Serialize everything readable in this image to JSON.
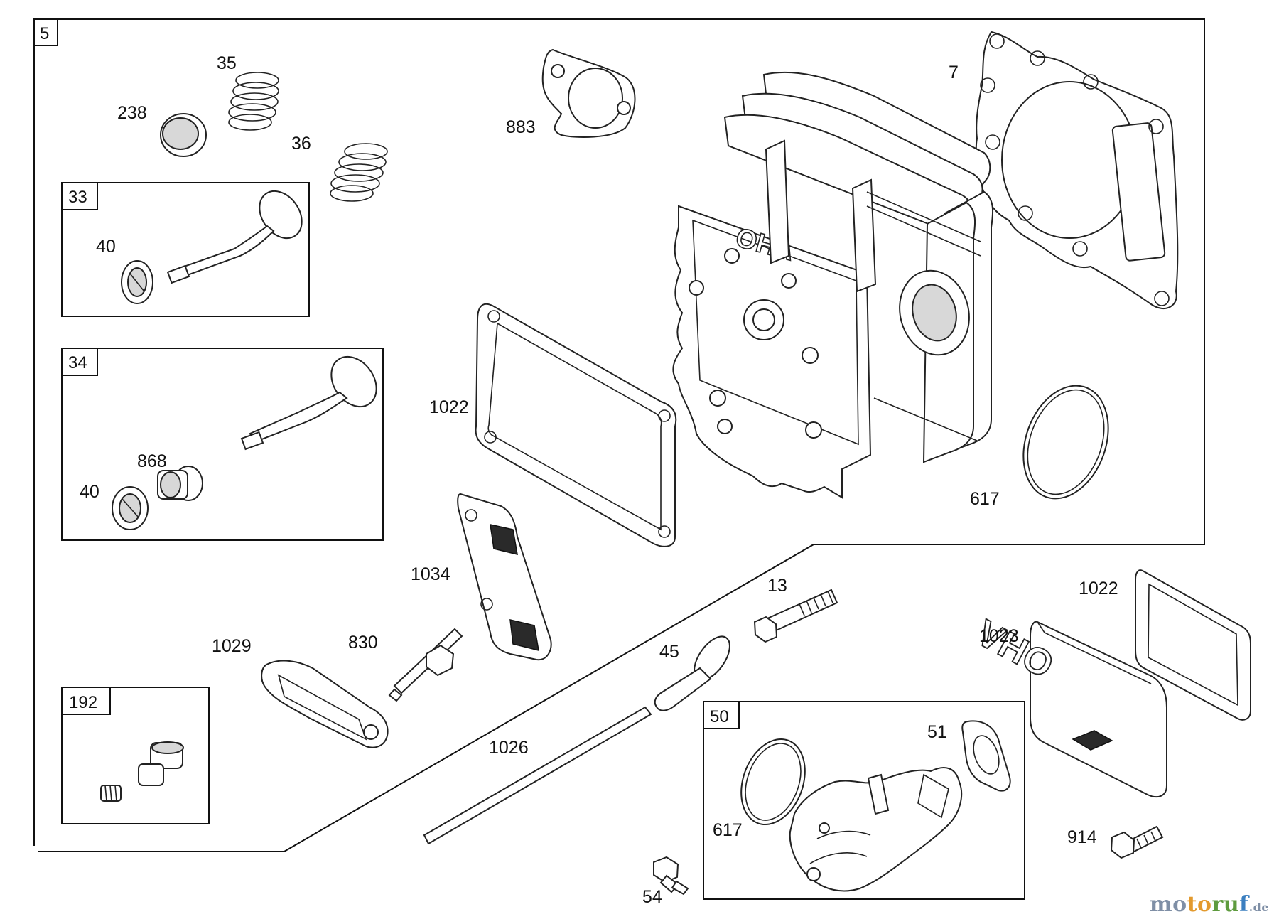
{
  "labels": {
    "box_5": "5",
    "p35": "35",
    "p238": "238",
    "p36": "36",
    "p883": "883",
    "p7": "7",
    "box_33": "33",
    "p40_a": "40",
    "box_34": "34",
    "p868": "868",
    "p40_b": "40",
    "p1022_a": "1022",
    "p617_a": "617",
    "p1034": "1034",
    "p13": "13",
    "p1022_b": "1022",
    "p1029": "1029",
    "p830": "830",
    "p45": "45",
    "p1023": "1023",
    "box_192": "192",
    "p1026": "1026",
    "box_50": "50",
    "p51": "51",
    "p617_b": "617",
    "p914": "914",
    "p54": "54"
  },
  "cast_text": {
    "head": "OHV",
    "cover": "OHV"
  },
  "watermark": {
    "part1": "mo",
    "part2": "to",
    "part3": "ru",
    "part4": "f",
    "tld": ".de"
  },
  "colors": {
    "line": "#222222",
    "watermark_grey": "#7f8fa6",
    "watermark_orange": "#e39a2e",
    "watermark_green": "#5e9b3e",
    "watermark_blue": "#3b7fc0"
  }
}
